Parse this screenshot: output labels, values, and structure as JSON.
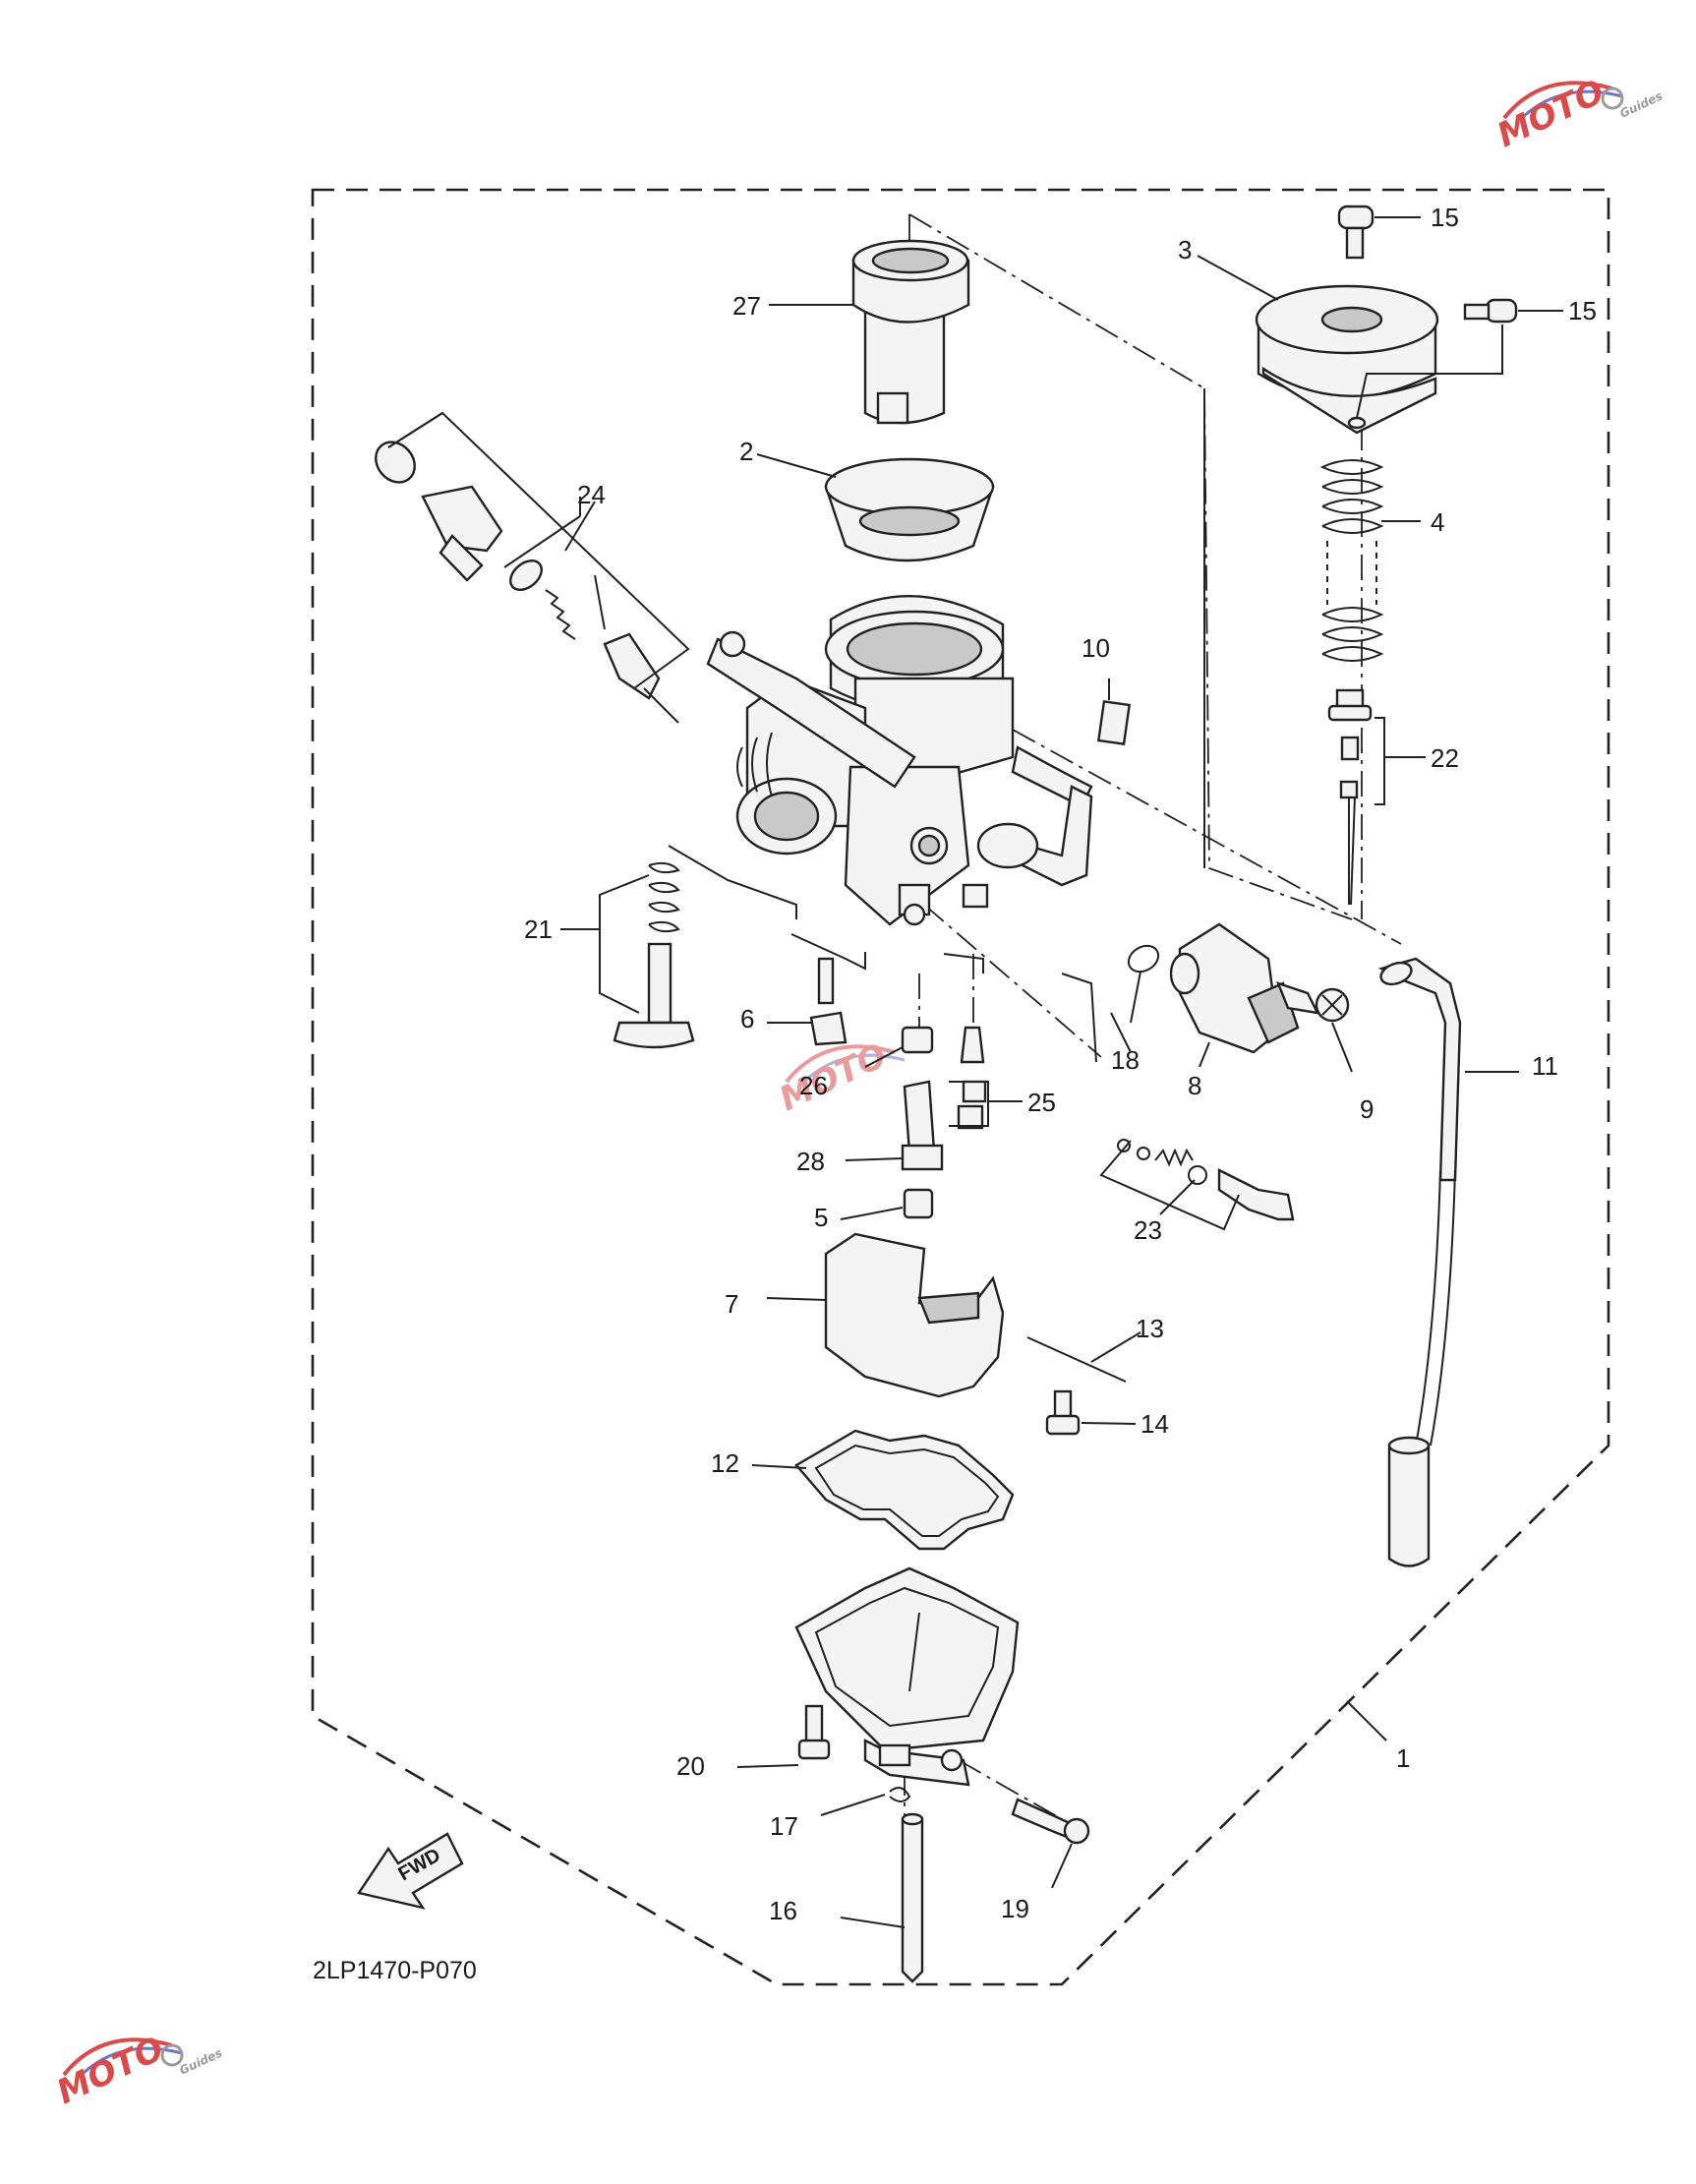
{
  "diagram_code": "2LP1470-P070",
  "fwd_label": "FWD",
  "watermark_text": "MOTO",
  "watermark_sub": "Guides",
  "colors": {
    "ink": "#1a1a1a",
    "watermark_red": "#d94a4a",
    "watermark_blue": "#6a74c9",
    "watermark_gray": "#9a9a9a"
  },
  "callouts": [
    "1",
    "2",
    "3",
    "4",
    "5",
    "6",
    "7",
    "8",
    "9",
    "10",
    "11",
    "12",
    "13",
    "14",
    "15",
    "15",
    "16",
    "17",
    "18",
    "19",
    "20",
    "21",
    "22",
    "23",
    "24",
    "25",
    "26",
    "27",
    "28"
  ]
}
